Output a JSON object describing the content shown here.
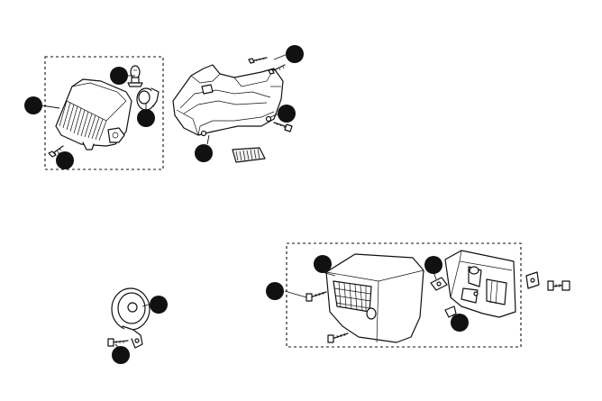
{
  "diagram": {
    "style": "exploded parts diagram, black line art on white",
    "colors": {
      "ink": "#111111",
      "background": "#ffffff"
    },
    "groups": [
      {
        "name": "headlight-assembly",
        "boxed": true,
        "parts": [
          "headlight-housing",
          "bulb",
          "bulb-socket",
          "screw"
        ]
      },
      {
        "name": "front-fairing",
        "boxed": false,
        "parts": [
          "fairing-shell",
          "screws",
          "reflector"
        ]
      },
      {
        "name": "horn",
        "boxed": false,
        "parts": [
          "horn",
          "bolt"
        ]
      },
      {
        "name": "tail-light-assembly",
        "boxed": true,
        "parts": [
          "lens",
          "screws",
          "grommet",
          "rubber-cap",
          "bracket",
          "clip",
          "bolt"
        ]
      }
    ],
    "callouts": [
      {
        "id": "c1",
        "icon": "filled-circle-callout"
      },
      {
        "id": "c2",
        "icon": "filled-circle-callout"
      },
      {
        "id": "c3",
        "icon": "filled-circle-callout"
      },
      {
        "id": "c4",
        "icon": "filled-circle-callout"
      },
      {
        "id": "c5",
        "icon": "filled-circle-callout"
      },
      {
        "id": "c6",
        "icon": "filled-circle-callout"
      },
      {
        "id": "c7",
        "icon": "filled-circle-callout"
      },
      {
        "id": "c8",
        "icon": "filled-circle-callout"
      },
      {
        "id": "c9",
        "icon": "filled-circle-callout"
      },
      {
        "id": "c10",
        "icon": "filled-circle-callout"
      },
      {
        "id": "c11",
        "icon": "filled-circle-callout"
      },
      {
        "id": "c12",
        "icon": "filled-circle-callout"
      },
      {
        "id": "c13",
        "icon": "filled-circle-callout"
      }
    ]
  }
}
